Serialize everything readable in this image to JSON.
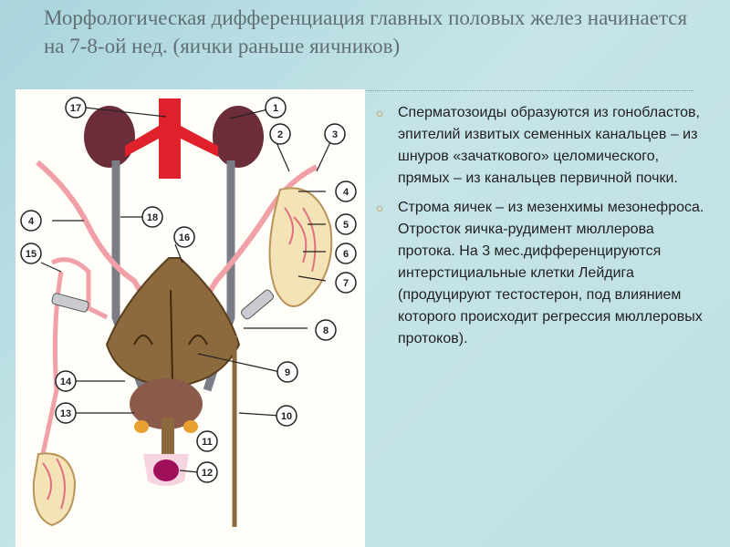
{
  "slide": {
    "title": "Морфологическая дифференциация главных половых желез начинается на 7-8-ой нед. (яички раньше яичников)"
  },
  "figure": {
    "callouts": [
      "1",
      "2",
      "3",
      "4",
      "4",
      "5",
      "6",
      "7",
      "8",
      "9",
      "10",
      "11",
      "12",
      "13",
      "14",
      "15",
      "16",
      "17",
      "18"
    ]
  },
  "bullets": [
    {
      "icon": "hollow-circle-bullet-icon",
      "text": "Сперматозоиды образуются из гонобластов, эпителий извитых семенных канальцев – из шнуров «зачаткового» целомического, прямых – из канальцев первичной почки."
    },
    {
      "icon": "hollow-circle-bullet-icon",
      "text": "Строма яичек – из мезенхимы мезонефроса. Отросток яичка-рудимент мюллерова протока. На 3 мес.дифференцируются интерстициальные клетки Лейдига (продуцируют тестостерон, под влиянием которого происходит регрессия мюллеровых протоков)."
    }
  ],
  "colors": {
    "background": "#b8dde2",
    "title": "#5f6f73",
    "kidney": "#6b2d3a",
    "aorta": "#e0202a",
    "duct": "#f2a0a8",
    "ureter": "#7a7d86",
    "bladder": "#8c6a3e",
    "bullet": "#c98a2e"
  }
}
